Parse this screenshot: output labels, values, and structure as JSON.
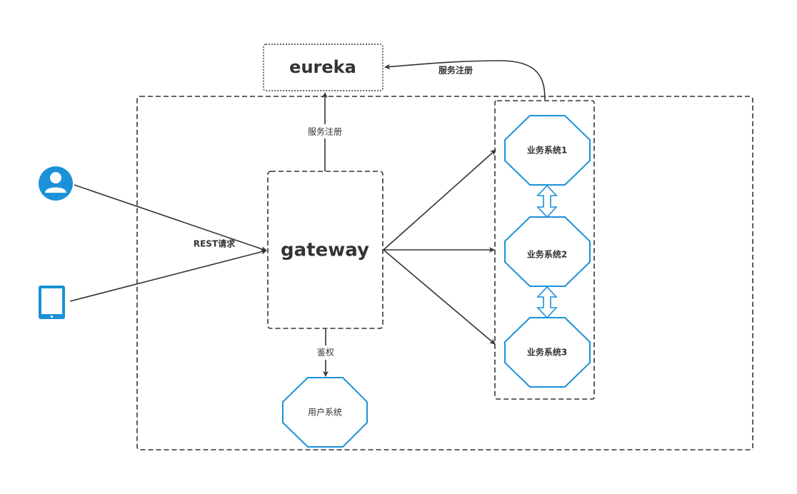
{
  "nodes": {
    "eureka": "eureka",
    "gateway": "gateway",
    "user_system": "用户系统",
    "biz1": "业务系统1",
    "biz2": "业务系统2",
    "biz3": "业务系统3"
  },
  "edges": {
    "register_gateway": "服务注册",
    "register_biz": "服务注册",
    "rest_request": "REST请求",
    "auth": "鉴权"
  },
  "colors": {
    "line": "#333333",
    "accent": "#1B91D8"
  },
  "icons": {
    "user": "user-avatar-icon",
    "tablet": "tablet-icon"
  }
}
